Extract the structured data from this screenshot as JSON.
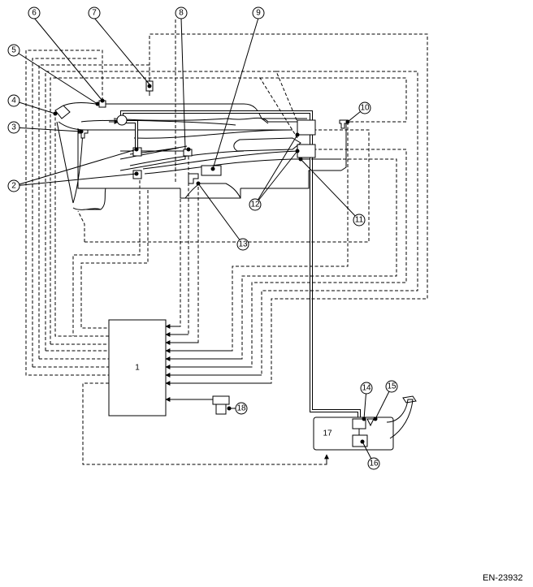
{
  "callouts": {
    "c1": "1",
    "c2": "2",
    "c3": "3",
    "c4": "4",
    "c5": "5",
    "c6": "6",
    "c7": "7",
    "c8": "8",
    "c9": "9",
    "c10": "10",
    "c11": "11",
    "c12": "12",
    "c13": "13",
    "c14": "14",
    "c15": "15",
    "c16": "16",
    "c17": "17",
    "c18": "18"
  },
  "figure_ref": "EN-23932"
}
